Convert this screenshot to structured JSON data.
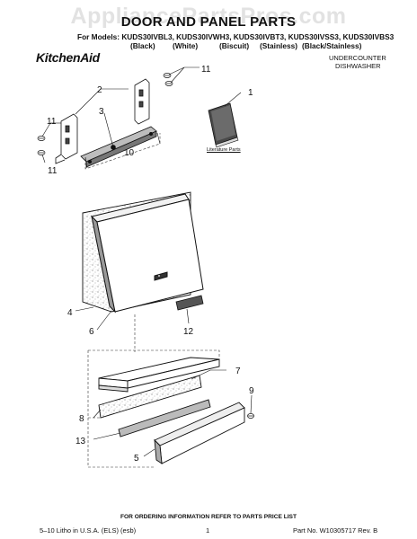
{
  "watermark": "AppliancePartsPros.com",
  "title": "DOOR AND PANEL PARTS",
  "models_line": "For Models: KUDS30IVBL3, KUDS30IVWH3, KUDS30IVBT3, KUDS30IVSS3, KUDS30IVBS3",
  "color_labels": [
    "(Black)",
    "(White)",
    "(Biscuit)",
    "(Stainless)",
    "(Black/Stainless)"
  ],
  "brand": "KitchenAid",
  "appliance_type": [
    "UNDERCOUNTER",
    "DISHWASHER"
  ],
  "literature_label": "Literature Parts",
  "callouts": [
    "1",
    "2",
    "3",
    "4",
    "5",
    "6",
    "7",
    "8",
    "9",
    "10",
    "11",
    "11",
    "11",
    "12",
    "13"
  ],
  "ordering_note": "FOR ORDERING INFORMATION REFER TO PARTS PRICE LIST",
  "footer": {
    "left": "5–10 Litho in U.S.A. (ELS) (esb)",
    "page": "1",
    "part_no": "Part No. W10305717 Rev. B"
  }
}
